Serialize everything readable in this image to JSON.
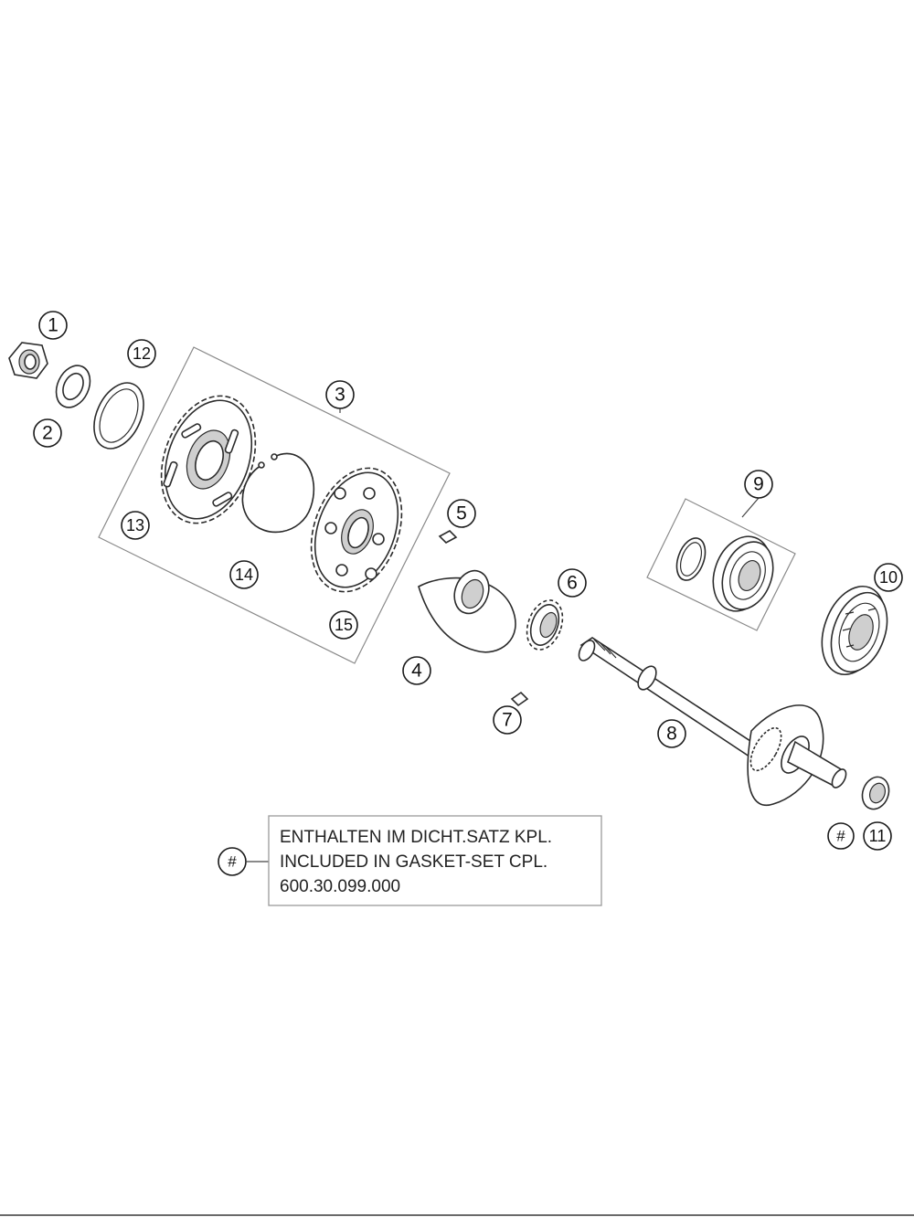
{
  "callouts": {
    "c1": "1",
    "c2": "2",
    "c3": "3",
    "c4": "4",
    "c5": "5",
    "c6": "6",
    "c7": "7",
    "c8": "8",
    "c9": "9",
    "c10": "10",
    "c11": "11",
    "c12": "12",
    "c13": "13",
    "c14": "14",
    "c15": "15",
    "hash_note": "#",
    "hash_part": "#"
  },
  "note": {
    "line1": "ENTHALTEN IM DICHT.SATZ KPL.",
    "line2": "INCLUDED IN GASKET-SET CPL.",
    "line3": "600.30.099.000"
  },
  "colors": {
    "line": "#2b2b2b",
    "frame": "#8a8a8a",
    "background": "#ffffff"
  }
}
